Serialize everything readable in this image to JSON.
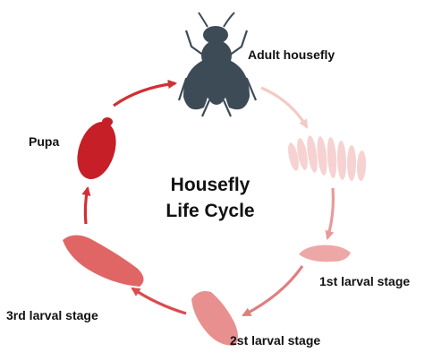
{
  "title": {
    "line1": "Housefly",
    "line2": "Life Cycle"
  },
  "stages": {
    "adult": "Adult housefly",
    "egg_batch": "",
    "larva1": "1st larval stage",
    "larva2": "2st larval stage",
    "larva3": "3rd larval stage",
    "pupa": "Pupa"
  },
  "colors": {
    "fly": "#3d4b57",
    "egg": "#f7d2d2",
    "larva1": "#eea7a7",
    "larva2": "#e89090",
    "larva3": "#e06666",
    "pupa": "#c61f27",
    "arrow_light": "#f2cbc6",
    "arrow_mid": "#e89a9a",
    "arrow_dark": "#d63a3e"
  },
  "icons": [
    "housefly-icon",
    "eggs-icon",
    "larva-icon",
    "larva-icon",
    "larva-icon",
    "pupa-icon",
    "cycle-arrow"
  ]
}
